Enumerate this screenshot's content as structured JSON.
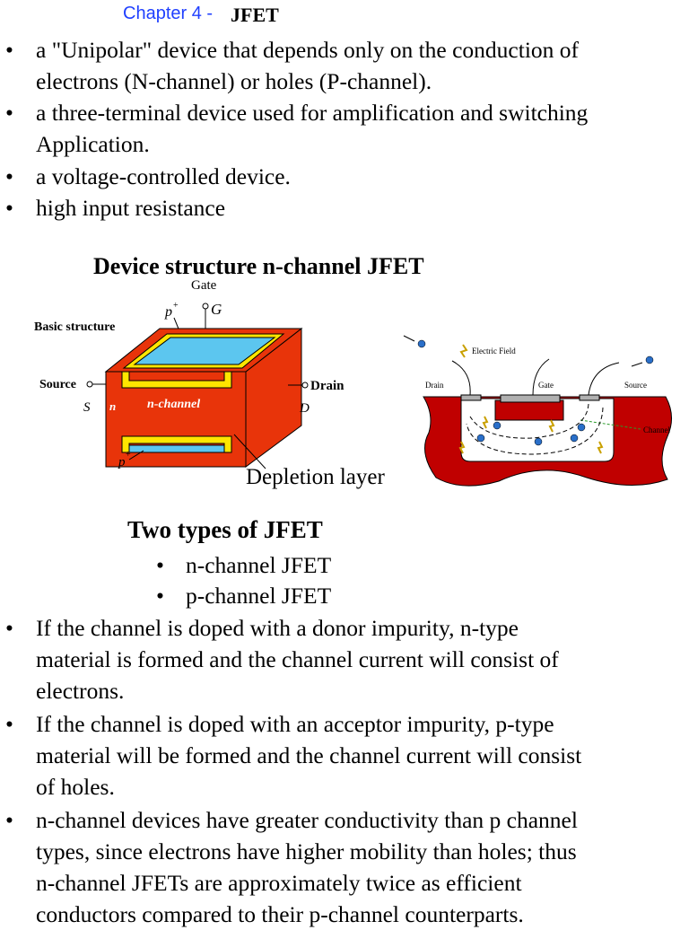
{
  "header": {
    "chapter_label": "Chapter 4 -",
    "chapter_title": "JFET"
  },
  "intro_bullets": [
    {
      "lines": [
        "a \"Unipolar\" device that depends only on the conduction of",
        "electrons (N-channel) or holes  (P-channel)."
      ]
    },
    {
      "lines": [
        "a three-terminal device used for amplification and switching",
        "Application."
      ]
    },
    {
      "lines": [
        "a voltage-controlled device."
      ]
    },
    {
      "lines": [
        "high input resistance"
      ]
    }
  ],
  "structure": {
    "heading": "Device structure n-channel JFET",
    "basic_structure_label": "Basic structure",
    "gate_label": "Gate",
    "gate_symbol": "G",
    "p_plus_top": "p",
    "p_plus_bottom": "p",
    "plus_sign": "+",
    "source_label": "Source",
    "source_symbol": "S",
    "n_label": "n",
    "channel_label": "n-channel",
    "drain_label": "Drain",
    "drain_symbol": "D",
    "depletion_label": "Depletion layer"
  },
  "cross_section": {
    "electric_field_label": "Electric Field",
    "drain_label": "Drain",
    "gate_label": "Gate",
    "source_label": "Source",
    "channel_label": "Channel",
    "colors": {
      "substrate": "#c00000",
      "channel": "#ffffff",
      "gate_metal": "#b0b0b0"
    }
  },
  "types": {
    "heading": "Two  types of JFET",
    "items": [
      "n-channel JFET",
      "p-channel JFET"
    ]
  },
  "detail_bullets": [
    {
      "lines": [
        " If the channel is doped with a donor impurity, n-type",
        "material is formed and the channel current will consist of",
        "electrons."
      ]
    },
    {
      "lines": [
        " If the channel is doped with an acceptor impurity, p-type",
        "material will be formed and the channel current will consist",
        "of holes."
      ]
    },
    {
      "lines": [
        "n-channel devices have greater conductivity than p  channel",
        "types, since electrons have higher mobility than holes; thus",
        "n-channel JFETs are approximately twice as efficient",
        "conductors compared to their p-channel counterparts."
      ]
    }
  ],
  "bullet_glyph": "•",
  "figure_colors": {
    "red": "#e8340a",
    "yellow": "#ffe600",
    "blue": "#5cc6ef",
    "dark_red": "#c00000"
  }
}
